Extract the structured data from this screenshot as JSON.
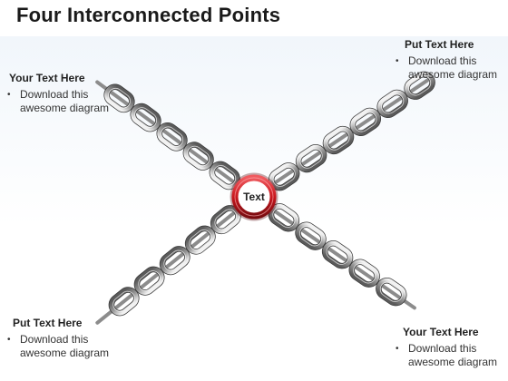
{
  "title": "Four Interconnected Points",
  "center": {
    "label": "Text"
  },
  "callouts": {
    "top_left": {
      "heading": "Your Text Here",
      "bullet": "Download this awesome diagram"
    },
    "top_right": {
      "heading": "Put Text Here",
      "bullet": "Download this awesome diagram"
    },
    "bottom_left": {
      "heading": "Put Text Here",
      "bullet": "Download this awesome diagram"
    },
    "bottom_right": {
      "heading": "Your Text Here",
      "bullet": "Download this awesome diagram"
    }
  },
  "colors": {
    "center_ring": "#c8161d",
    "chain_link": "#8c8c8c",
    "chain_link_light": "#d9d9d9"
  }
}
